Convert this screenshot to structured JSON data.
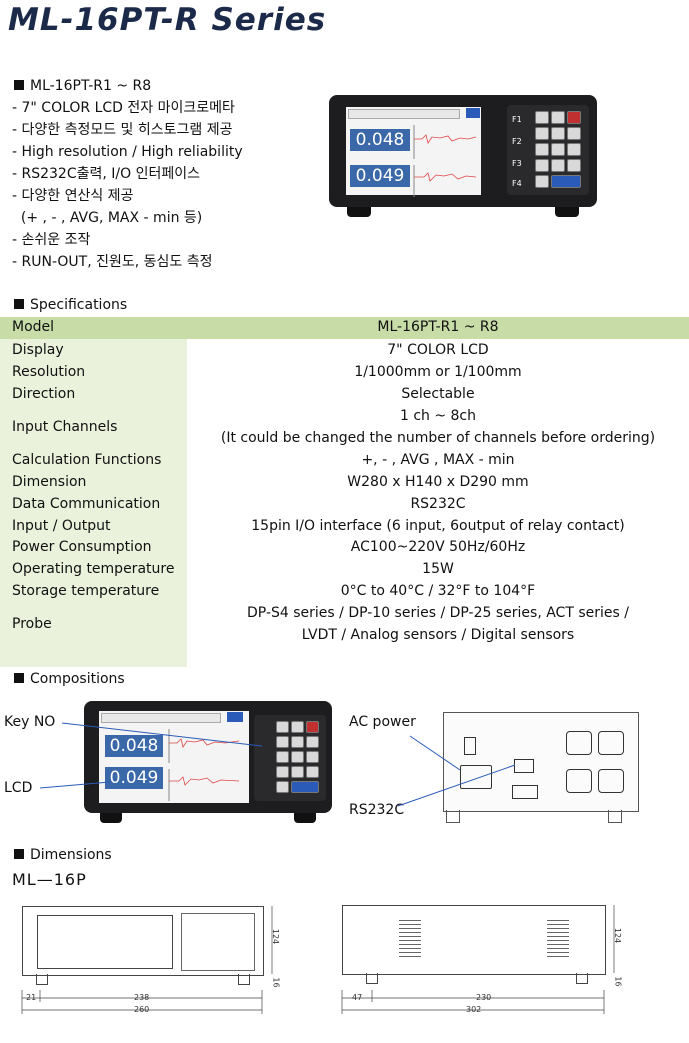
{
  "title": "ML-16PT-R Series",
  "features": {
    "heading": "ML-16PT-R1 ~ R8",
    "items": [
      "- 7\" COLOR LCD 전자 마이크로메타",
      "- 다양한 측정모드 및 히스토그램 제공",
      "- High resolution / High reliability",
      "- RS232C출력, I/O 인터페이스",
      "- 다양한 연산식 제공",
      "  (+ , - , AVG, MAX - min 등)",
      "- 손쉬운 조작",
      "- RUN-OUT, 진원도, 동심도 측정"
    ]
  },
  "device_photo": {
    "readout1": "0.048",
    "readout2": "0.049",
    "fkeys": [
      "F1",
      "F2",
      "F3",
      "F4"
    ]
  },
  "specifications": {
    "heading": "Specifications",
    "header": {
      "key": "Model",
      "value": "ML-16PT-R1 ~ R8"
    },
    "rows": [
      {
        "key": "Display",
        "value": "7\" COLOR LCD"
      },
      {
        "key": "Resolution",
        "value": "1/1000mm or 1/100mm"
      },
      {
        "key": "Direction",
        "value": "Selectable"
      },
      {
        "key": "Input Channels",
        "value": "1 ch ~ 8ch",
        "value2": "(It could be changed the number of channels before ordering)"
      },
      {
        "key": "Calculation Functions",
        "value": "+, - , AVG , MAX - min"
      },
      {
        "key": "Dimension",
        "value": "W280 x H140 x D290 mm"
      },
      {
        "key": "Data Communication",
        "value": "RS232C"
      },
      {
        "key": "Input / Output",
        "value": "15pin I/O interface (6 input, 6output of relay contact)"
      },
      {
        "key": "Power Consumption",
        "value": "AC100~220V 50Hz/60Hz"
      },
      {
        "key": "Operating temperature",
        "value": "15W"
      },
      {
        "key": "Storage temperature",
        "value": "0°C to 40°C / 32°F to 104°F"
      },
      {
        "key": "Probe",
        "value": "DP-S4 series / DP-10 series / DP-25 series, ACT series /",
        "value2": "LVDT / Analog sensors / Digital sensors"
      }
    ]
  },
  "compositions": {
    "heading": "Compositions",
    "labels": {
      "key_no": "Key NO",
      "lcd": "LCD",
      "ac_power": "AC power",
      "rs232c": "RS232C"
    }
  },
  "dimensions": {
    "heading": "Dimensions",
    "model": "ML—16P",
    "front": {
      "w_inner": "238",
      "w_total": "260",
      "offset": "21",
      "height": "124",
      "foot": "16"
    },
    "side": {
      "offset": "47",
      "w_inner": "230",
      "w_total": "302",
      "height": "124",
      "foot": "16"
    }
  }
}
